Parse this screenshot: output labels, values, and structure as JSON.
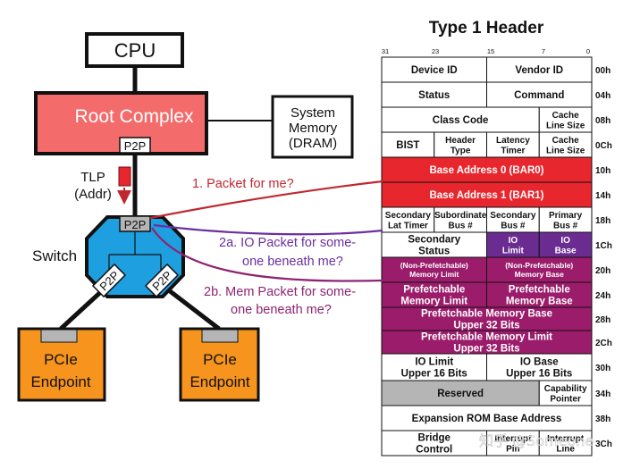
{
  "left": {
    "cpu": "CPU",
    "root_complex": "Root Complex",
    "root_p2p": "P2P",
    "system_memory": [
      "System",
      "Memory",
      "(DRAM)"
    ],
    "tlp": [
      "TLP",
      "(Addr)"
    ],
    "switch_label": "Switch",
    "switch_p2p_top": "P2P",
    "switch_p2p_left": "P2P",
    "switch_p2p_right": "P2P",
    "endpoint_left": [
      "PCIe",
      "Endpoint"
    ],
    "endpoint_right": [
      "PCIe",
      "Endpoint"
    ],
    "annotation_1": "1. Packet for me?",
    "annotation_2a": [
      "2a. IO Packet for some-",
      "one beneath me?"
    ],
    "annotation_2b": [
      "2b. Mem Packet for some-",
      "one beneath me?"
    ]
  },
  "colors": {
    "root_complex": "#f36b6b",
    "switch": "#1e9fe0",
    "endpoint": "#f7941d",
    "bar_red": "#e8262e",
    "io_purple": "#6a2c91",
    "mem_maroon": "#9b1c6b",
    "reserved_gray": "#b5b5b5",
    "arrow_red": "#c0282f",
    "arrow_purple": "#6b2fa0",
    "arrow_maroon": "#8e2472",
    "annotation_red": "#c0282f",
    "annotation_purple": "#6b2fa0"
  },
  "table": {
    "title": "Type 1 Header",
    "bit_labels": [
      "31",
      "23",
      "15",
      "7",
      "0"
    ],
    "offsets": [
      "00h",
      "04h",
      "08h",
      "0Ch",
      "10h",
      "14h",
      "18h",
      "1Ch",
      "20h",
      "24h",
      "28h",
      "2Ch",
      "30h",
      "34h",
      "38h",
      "3Ch"
    ],
    "rows": [
      [
        {
          "lines": [
            "Device ID"
          ],
          "span": 2,
          "fill": "white"
        },
        {
          "lines": [
            "Vendor ID"
          ],
          "span": 2,
          "fill": "white"
        }
      ],
      [
        {
          "lines": [
            "Status"
          ],
          "span": 2,
          "fill": "white"
        },
        {
          "lines": [
            "Command"
          ],
          "span": 2,
          "fill": "white"
        }
      ],
      [
        {
          "lines": [
            "Class Code"
          ],
          "span": 3,
          "fill": "white"
        },
        {
          "lines": [
            "Cache",
            "Line Size"
          ],
          "span": 1,
          "fill": "white"
        }
      ],
      [
        {
          "lines": [
            "BIST"
          ],
          "span": 1,
          "fill": "white"
        },
        {
          "lines": [
            "Header",
            "Type"
          ],
          "span": 1,
          "fill": "white"
        },
        {
          "lines": [
            "Latency",
            "Timer"
          ],
          "span": 1,
          "fill": "white"
        },
        {
          "lines": [
            "Cache",
            "Line Size"
          ],
          "span": 1,
          "fill": "white"
        }
      ],
      [
        {
          "lines": [
            "Base Address 0 (BAR0)"
          ],
          "span": 4,
          "fill": "red"
        }
      ],
      [
        {
          "lines": [
            "Base Address 1 (BAR1)"
          ],
          "span": 4,
          "fill": "red"
        }
      ],
      [
        {
          "lines": [
            "Secondary",
            "Lat Timer"
          ],
          "span": 1,
          "fill": "white"
        },
        {
          "lines": [
            "Subordinate",
            "Bus #"
          ],
          "span": 1,
          "fill": "white"
        },
        {
          "lines": [
            "Secondary",
            "Bus #"
          ],
          "span": 1,
          "fill": "white"
        },
        {
          "lines": [
            "Primary",
            "Bus #"
          ],
          "span": 1,
          "fill": "white"
        }
      ],
      [
        {
          "lines": [
            "Secondary",
            "Status"
          ],
          "span": 2,
          "fill": "white"
        },
        {
          "lines": [
            "IO",
            "Limit"
          ],
          "span": 1,
          "fill": "purple"
        },
        {
          "lines": [
            "IO",
            "Base"
          ],
          "span": 1,
          "fill": "purple"
        }
      ],
      [
        {
          "lines": [
            "(Non-Prefetchable)",
            "Memory Limit"
          ],
          "span": 2,
          "fill": "maroon"
        },
        {
          "lines": [
            "(Non-Prefetchable)",
            "Memory Base"
          ],
          "span": 2,
          "fill": "maroon"
        }
      ],
      [
        {
          "lines": [
            "Prefetchable",
            "Memory Limit"
          ],
          "span": 2,
          "fill": "maroon"
        },
        {
          "lines": [
            "Prefetchable",
            "Memory Base"
          ],
          "span": 2,
          "fill": "maroon"
        }
      ],
      [
        {
          "lines": [
            "Prefetchable Memory Base",
            "Upper 32 Bits"
          ],
          "span": 4,
          "fill": "maroon"
        }
      ],
      [
        {
          "lines": [
            "Prefetchable Memory Limit",
            "Upper 32 Bits"
          ],
          "span": 4,
          "fill": "maroon"
        }
      ],
      [
        {
          "lines": [
            "IO Limit",
            "Upper 16 Bits"
          ],
          "span": 2,
          "fill": "white"
        },
        {
          "lines": [
            "IO Base",
            "Upper 16 Bits"
          ],
          "span": 2,
          "fill": "white"
        }
      ],
      [
        {
          "lines": [
            "Reserved"
          ],
          "span": 3,
          "fill": "gray"
        },
        {
          "lines": [
            "Capability",
            "Pointer"
          ],
          "span": 1,
          "fill": "white"
        }
      ],
      [
        {
          "lines": [
            "Expansion ROM Base Address"
          ],
          "span": 4,
          "fill": "white"
        }
      ],
      [
        {
          "lines": [
            "Bridge",
            "Control"
          ],
          "span": 2,
          "fill": "white"
        },
        {
          "lines": [
            "Interrupt",
            "Pin"
          ],
          "span": 1,
          "fill": "white"
        },
        {
          "lines": [
            "Interrupt",
            "Line"
          ],
          "span": 1,
          "fill": "white"
        }
      ]
    ]
  },
  "watermark": "知乎 @Someone"
}
